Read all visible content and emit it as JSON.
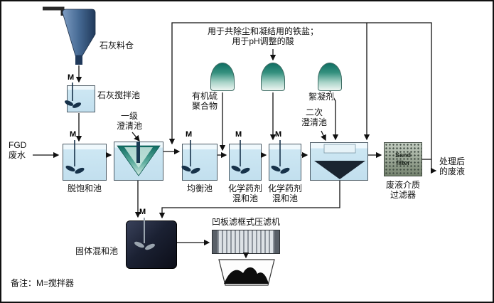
{
  "mixer_symbol": "M",
  "footnote": "备注：M=搅拌器",
  "top_note": [
    "用于共除尘和凝结用的铁盐；",
    "用于pH调整的酸"
  ],
  "labels": {
    "lime_silo": "石灰料仓",
    "lime_mixing_tank": "石灰搅拌池",
    "fgd": [
      "FGD",
      "废水"
    ],
    "desaturation_tank": "脱饱和池",
    "primary_clarifier": [
      "一级",
      "澄清池"
    ],
    "equalization_tank": "均衡池",
    "chemical_tank_1": [
      "化学药剂",
      "混和池"
    ],
    "chemical_tank_2": [
      "化学药剂",
      "混和池"
    ],
    "secondary_clarifier": [
      "二次",
      "澄清池"
    ],
    "organic_sulfide_polymer": [
      "有机硫",
      "聚合物"
    ],
    "flocculant": "絮凝剂",
    "sand_filter": [
      "Sand",
      "filter"
    ],
    "waste_media_filter": [
      "废液介质",
      "过滤器"
    ],
    "treated_effluent": [
      "处理后",
      "的废液"
    ],
    "solids_mixing_tank": "固体混和池",
    "filter_press": "凹板滤框式压滤机"
  },
  "colors": {
    "tank_fill": "#cde7f3",
    "tank_border": "#4b5a64",
    "clarifier_teal": "#157a6e",
    "hopper_steel_blue": "#2e4d72",
    "solids_tank_dark": "#141824",
    "dome_teal": "#0f6e63",
    "line": "#111111"
  }
}
